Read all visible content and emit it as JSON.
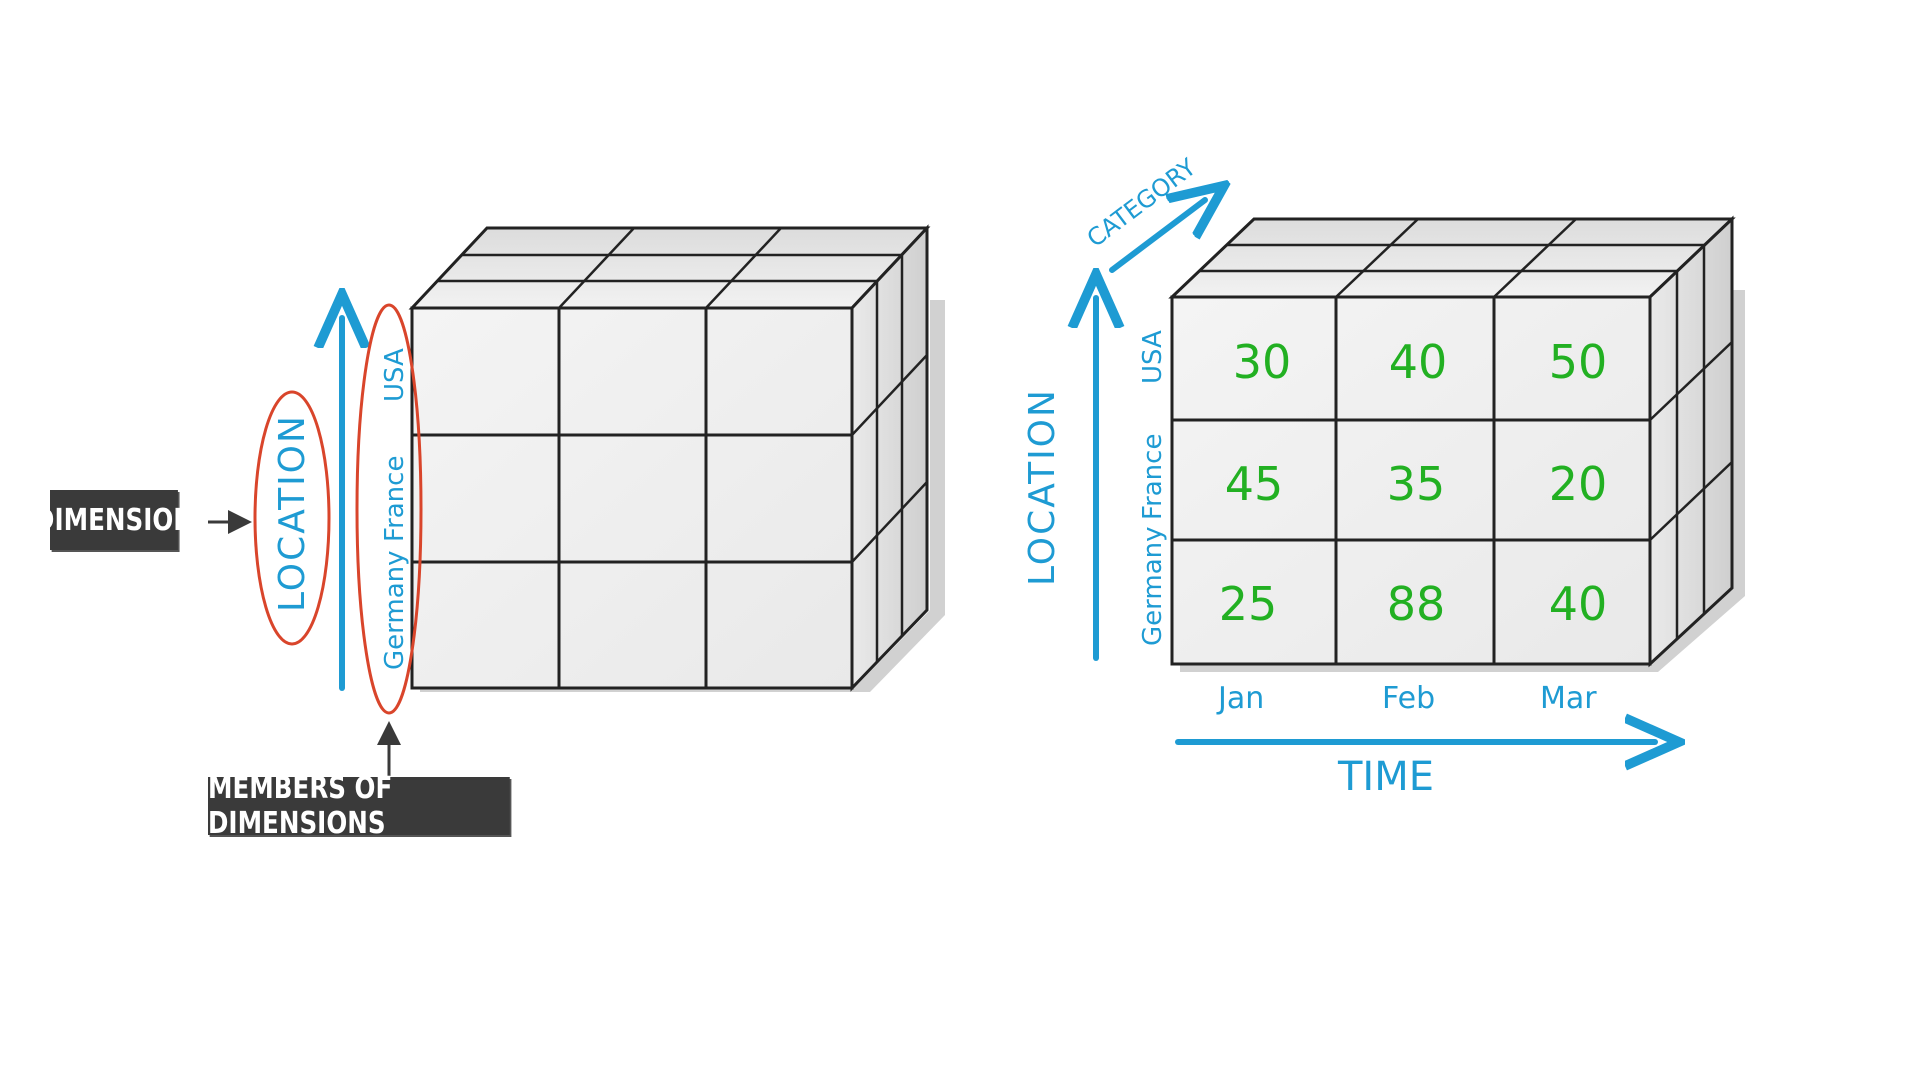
{
  "left_diagram": {
    "dimension_label": "DIMENSION",
    "members_label": "MEMBERS OF DIMENSIONS",
    "axis_label": "LOCATION",
    "members": [
      "USA",
      "France",
      "Germany"
    ]
  },
  "right_diagram": {
    "vertical_axis_label": "LOCATION",
    "depth_axis_label": "CATEGORY",
    "horizontal_axis_label": "TIME",
    "rows": [
      "USA",
      "France",
      "Germany"
    ],
    "columns": [
      "Jan",
      "Feb",
      "Mar"
    ],
    "values": [
      [
        "30",
        "40",
        "50"
      ],
      [
        "45",
        "35",
        "20"
      ],
      [
        "25",
        "88",
        "40"
      ]
    ]
  },
  "colors": {
    "axis_blue": "#1e9bd3",
    "oval_red": "#d9452b",
    "value_green": "#22b022",
    "label_box_bg": "#3a3a3a",
    "cube_line": "#222222"
  }
}
